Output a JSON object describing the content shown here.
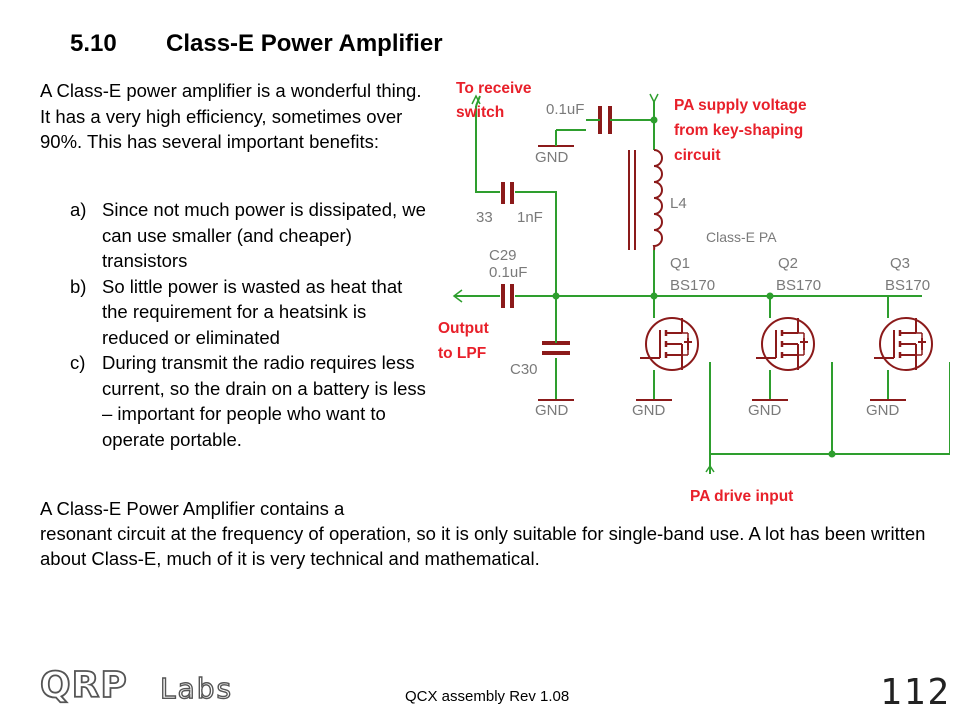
{
  "section": {
    "number": "5.10",
    "title": "Class-E Power Amplifier"
  },
  "intro": "A Class-E power amplifier is a wonderful thing. It has a very high efficiency, sometimes over 90%. This has several important benefits:",
  "benefits": [
    {
      "marker": "a)",
      "text": "Since not much power is dissipated, we can use smaller (and cheaper) transistors"
    },
    {
      "marker": "b)",
      "text": "So little power is wasted as heat that the requirement for a heatsink is reduced or eliminated"
    },
    {
      "marker": "c)",
      "text": "During transmit the radio requires less current, so the drain on a battery is less – important for people who want to operate portable."
    }
  ],
  "para_line1": "A Class-E Power Amplifier contains a",
  "para_rest": "resonant circuit at the frequency of operation, so it is only suitable for single-band use.  A lot has been written about Class-E, much of it is very technical and mathematical.",
  "schematic": {
    "annotations": {
      "receive_1": "To receive",
      "receive_2": "switch",
      "supply_1": "PA supply voltage",
      "supply_2": "from key-shaping",
      "supply_3": "circuit",
      "output_1": "Output",
      "output_2": "to LPF",
      "drive": "PA drive input"
    },
    "labels": {
      "c_top": "0.1uF",
      "gnd": "GND",
      "l4": "L4",
      "c_33": "33",
      "c_1nf": "1nF",
      "class_e": "Class-E PA",
      "c29": "C29",
      "c29_val": "0.1uF",
      "c30": "C30",
      "q1": "Q1",
      "q2": "Q2",
      "q3": "Q3",
      "q_part": "BS170"
    },
    "colors": {
      "wire": "#2e9e2e",
      "part": "#8b1a1a",
      "annotation": "#e8202a",
      "label": "#7a7a7a"
    }
  },
  "logo": {
    "main": "QRP",
    "sub": "Labs"
  },
  "footer": "QCX assembly Rev 1.08",
  "page_number": "112"
}
